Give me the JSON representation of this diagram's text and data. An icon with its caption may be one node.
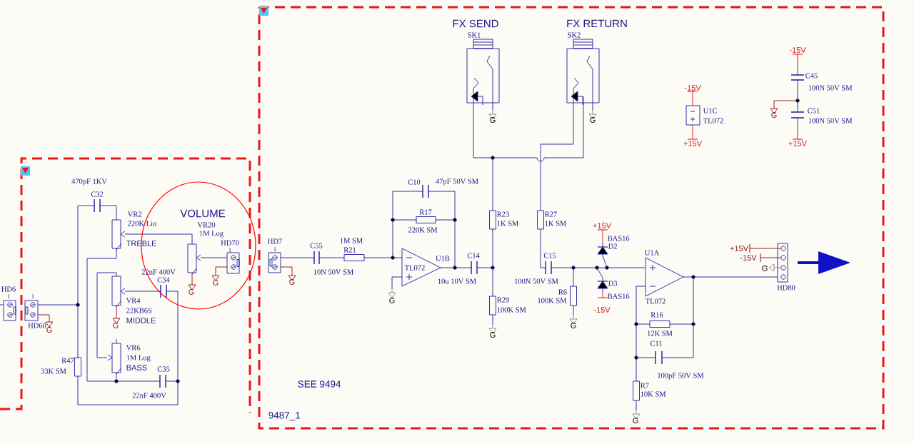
{
  "diagram": {
    "labels": [
      "470pF 1KV",
      "C32",
      "VOLUME",
      "VR2",
      "220K Lin",
      "VR20",
      "1M Log",
      "HD70",
      "1",
      "TREBLE",
      "22nF 400V",
      "C34",
      "G",
      "G",
      "HD6",
      "1",
      "1",
      "VR4",
      "22KB6S",
      "HD60",
      "G",
      "MIDDLE",
      "G",
      "VR6",
      "R47",
      "1M Log",
      "33K SM",
      "BASS",
      "C35",
      "22nF 400V",
      "FX SEND",
      "FX RETURN",
      "SK1",
      "SK2",
      "-15V",
      "C45",
      "-15V",
      "100N 50V SM",
      "U1C",
      "C51",
      "G",
      "G",
      "G",
      "TL072",
      "100N 50V SM",
      "+15V",
      "+15V",
      "C10",
      "47pF 50V SM",
      "R17",
      "R23",
      "R27",
      "1K SM",
      "1K SM",
      "220K SM",
      "+15V",
      "HD7",
      "1M SM",
      "BAS16",
      "1",
      "C55",
      "R21",
      "D2",
      "+15V",
      "U1B",
      "C14",
      "C15",
      "U1A",
      "-15V",
      "10N 50V SM",
      "TL072",
      "G",
      "G",
      "10u 10V SM",
      "100N 50V SM",
      "D3",
      "HD80",
      "R6",
      "BAS16",
      "G",
      "R29",
      "100K SM",
      "TL072",
      "100K SM",
      "-15V",
      "R16",
      "G",
      "G",
      "12K SM",
      "C11",
      "100pF 50V SM",
      "SEE 9494",
      "R7",
      "10K SM",
      "9487_1",
      "G"
    ]
  }
}
